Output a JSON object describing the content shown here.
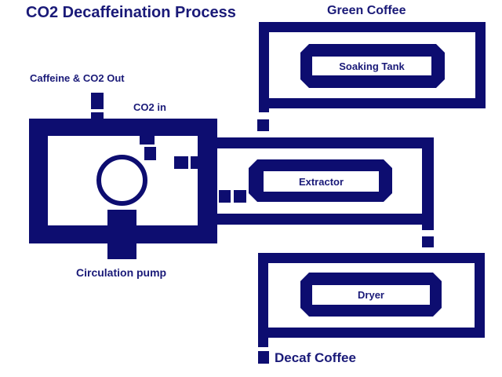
{
  "title": "CO2 Decaffeination Process",
  "labels": {
    "green_coffee": "Green Coffee",
    "caffeine_co2_out": "Caffeine & CO2 Out",
    "co2_in": "CO2 in",
    "circulation_pump": "Circulation pump",
    "decaf_coffee": "Decaf Coffee"
  },
  "nodes": {
    "soaking_tank": "Soaking Tank",
    "extractor": "Extractor",
    "dryer": "Dryer"
  },
  "colors": {
    "navy": "#0d0d70",
    "text_navy": "#1a1a78",
    "background": "#ffffff"
  }
}
